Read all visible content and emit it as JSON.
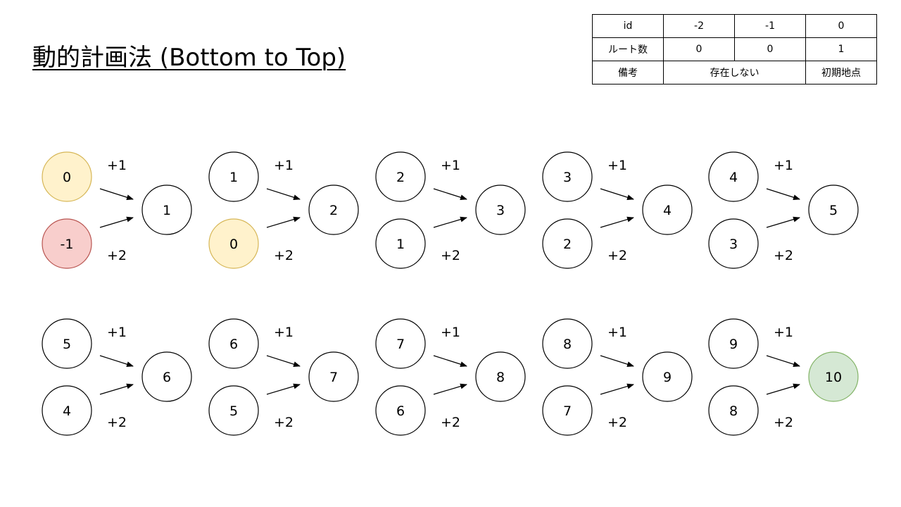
{
  "title": "動的計画法 (Bottom to Top)",
  "table": {
    "row_id": {
      "header": "id",
      "cells": [
        "-2",
        "-1",
        "0"
      ]
    },
    "row_routes": {
      "header": "ルート数",
      "cells": [
        "0",
        "0",
        "1"
      ]
    },
    "row_note": {
      "header": "備考",
      "merged": "存在しない",
      "last": "初期地点"
    }
  },
  "colors": {
    "initial_fill": "#fff2cc",
    "initial_stroke": "#d6b656",
    "nonexistent_fill": "#f8cecc",
    "nonexistent_stroke": "#b85450",
    "goal_fill": "#d5e8d4",
    "goal_stroke": "#82b366",
    "default_fill": "#ffffff",
    "default_stroke": "#000000"
  },
  "diagram": {
    "step_label_top": "+1",
    "step_label_bottom": "+2",
    "groups": [
      {
        "from_top": "0",
        "from_bottom": "-1",
        "to": "1",
        "top_style": "initial",
        "bottom_style": "nonexistent",
        "to_style": "default"
      },
      {
        "from_top": "1",
        "from_bottom": "0",
        "to": "2",
        "top_style": "default",
        "bottom_style": "initial",
        "to_style": "default"
      },
      {
        "from_top": "2",
        "from_bottom": "1",
        "to": "3",
        "top_style": "default",
        "bottom_style": "default",
        "to_style": "default"
      },
      {
        "from_top": "3",
        "from_bottom": "2",
        "to": "4",
        "top_style": "default",
        "bottom_style": "default",
        "to_style": "default"
      },
      {
        "from_top": "4",
        "from_bottom": "3",
        "to": "5",
        "top_style": "default",
        "bottom_style": "default",
        "to_style": "default"
      },
      {
        "from_top": "5",
        "from_bottom": "4",
        "to": "6",
        "top_style": "default",
        "bottom_style": "default",
        "to_style": "default"
      },
      {
        "from_top": "6",
        "from_bottom": "5",
        "to": "7",
        "top_style": "default",
        "bottom_style": "default",
        "to_style": "default"
      },
      {
        "from_top": "7",
        "from_bottom": "6",
        "to": "8",
        "top_style": "default",
        "bottom_style": "default",
        "to_style": "default"
      },
      {
        "from_top": "8",
        "from_bottom": "7",
        "to": "9",
        "top_style": "default",
        "bottom_style": "default",
        "to_style": "default"
      },
      {
        "from_top": "9",
        "from_bottom": "8",
        "to": "10",
        "top_style": "default",
        "bottom_style": "default",
        "to_style": "goal"
      }
    ]
  }
}
